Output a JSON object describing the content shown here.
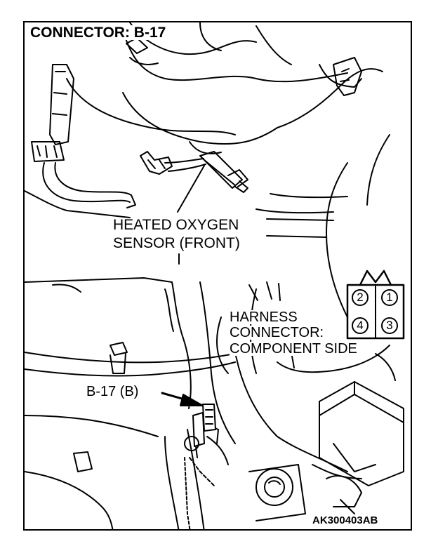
{
  "title": "CONNECTOR: B-17",
  "sensor_label": {
    "line1": "HEATED OXYGEN",
    "line2": "SENSOR (FRONT)"
  },
  "harness_label": {
    "line1": "HARNESS",
    "line2": "CONNECTOR:",
    "line3": "COMPONENT SIDE"
  },
  "connector_pins": [
    "2",
    "1",
    "4",
    "3"
  ],
  "connector_callout": "B-17 (B)",
  "figure_code": "AK300403AB"
}
